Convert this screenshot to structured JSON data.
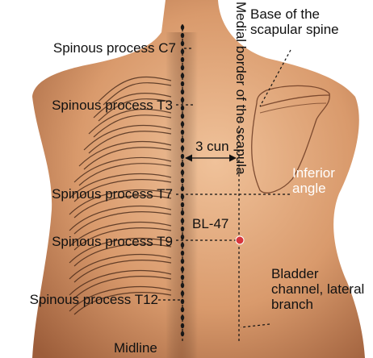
{
  "labels": {
    "c7": "Spinous process C7",
    "t3": "Spinous process T3",
    "t7": "Spinous process T7",
    "t9": "Spinous process T9",
    "t12": "Spinous process T12",
    "midline": "Midline",
    "medial_border": "Medial border of the scapula",
    "spine_base": "Base of the scapular spine",
    "cun": "3 cun",
    "inferior_angle": "Inferior angle",
    "point": "BL-47",
    "bladder": "Bladder channel, lateral branch"
  },
  "colors": {
    "skin_light": "#e9b48a",
    "skin_mid": "#cc8a5c",
    "skin_dark": "#8e5334",
    "background": "#ffffff",
    "text": "#111111",
    "text_on_skin": "#ffffff",
    "point": "#d8343c"
  }
}
